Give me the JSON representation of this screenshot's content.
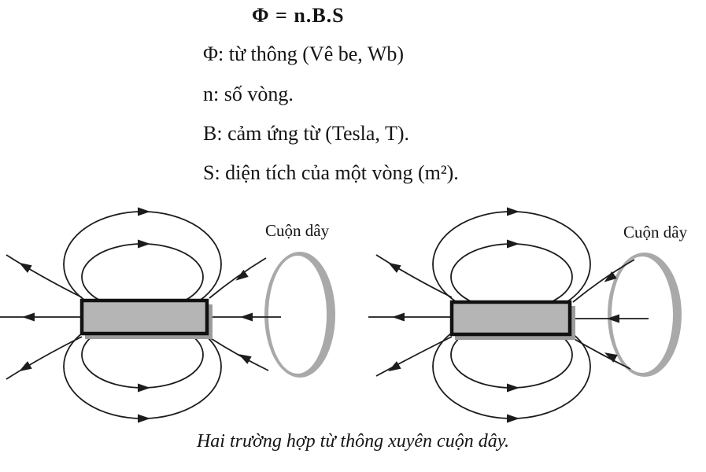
{
  "formula": {
    "text": "Φ = n.B.S"
  },
  "definitions": [
    "Φ: từ thông (Vê be, Wb)",
    "n: số vòng.",
    "B: cảm ứng từ (Tesla, T).",
    "S: diện tích của một vòng (m²)."
  ],
  "diagrams": {
    "left": {
      "coil_label": "Cuộn dây"
    },
    "right": {
      "coil_label": "Cuộn dây"
    }
  },
  "caption": {
    "text": "Hai trường hợp từ thông xuyên cuộn dây."
  },
  "colors": {
    "field_line": "#1c1c1c",
    "magnet_fill": "#b5b5b5",
    "magnet_border": "#111111",
    "magnet_shadow": "#9c9c9c",
    "coil": "#a9a9a9"
  }
}
